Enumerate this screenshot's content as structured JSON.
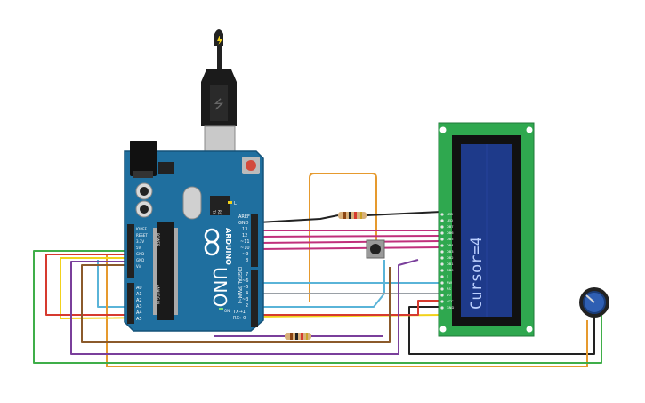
{
  "canvas": {
    "background": "#ffffff"
  },
  "arduino": {
    "brand": "ARDUINO",
    "model": "UNO",
    "digital_header_label": "DIGITAL (PWM~)",
    "power_label": "POWER",
    "analog_label": "ANALOG IN",
    "led_label": "L",
    "tx_label": "TX",
    "rx_label": "RX",
    "on_label": "ON",
    "top_pins": [
      "AREF",
      "GND",
      "13",
      "12",
      "~11",
      "~10",
      "~9",
      "8"
    ],
    "lower_pins": [
      "7",
      "~6",
      "~5",
      "4",
      "~3",
      "2",
      "TX→1",
      "RX←0"
    ],
    "power_pins": [
      "IOREF",
      "RESET",
      "3.3V",
      "5V",
      "GND",
      "GND",
      "Vin"
    ],
    "analog_pins": [
      "A0",
      "A1",
      "A2",
      "A3",
      "A4",
      "A5"
    ],
    "board_color": "#1f6f9f"
  },
  "lcd": {
    "text": "Cursor=4",
    "pins": [
      "LED",
      "LED",
      "DB7",
      "DB6",
      "DB5",
      "DB4",
      "DB3",
      "DB2",
      "DB1",
      "DB0",
      "E",
      "RW",
      "RS",
      "V0",
      "VCC",
      "GND"
    ],
    "pcb_color": "#2fa84f",
    "screen_color": "#1e3a8a"
  },
  "components": {
    "resistor_top": "resistor",
    "resistor_bottom": "resistor",
    "pushbutton": "pushbutton",
    "potentiometer": "potentiometer",
    "usb_cable": "usb-cable"
  },
  "wire_colors": {
    "black": "#222222",
    "pink": "#c0307c",
    "blue": "#5ab4d8",
    "orange": "#e69a2e",
    "green": "#3fae49",
    "yellow": "#f2d21b",
    "red": "#d63a2f",
    "purple": "#7a3f9b",
    "brown": "#8b5a2b",
    "gray": "#9aa0a6"
  }
}
